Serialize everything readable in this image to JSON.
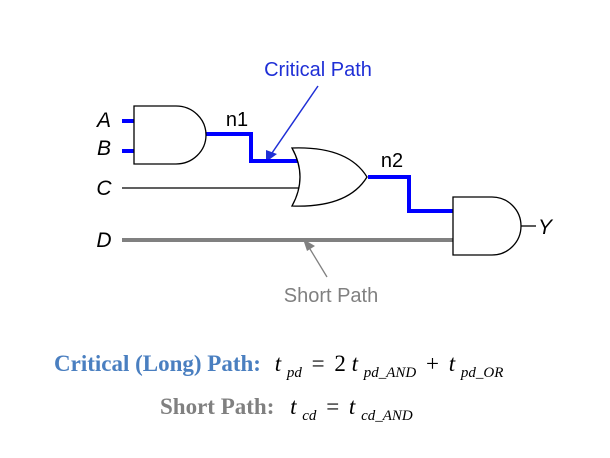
{
  "diagram": {
    "inputs": {
      "a": "A",
      "b": "B",
      "c": "C",
      "d": "D"
    },
    "output": "Y",
    "nets": {
      "n1": "n1",
      "n2": "n2"
    },
    "annotations": {
      "critical_path": "Critical Path",
      "short_path": "Short Path"
    },
    "colors": {
      "critical": "#0000ff",
      "short": "#808080",
      "wire": "#000000",
      "critical_label": "#1f2fd6",
      "equation_critical": "#4a7fc0",
      "equation_short": "#808080"
    }
  },
  "equations": {
    "critical": {
      "label": "Critical (Long) Path:",
      "lhs_var": "t",
      "lhs_sub": "pd",
      "equals": "=",
      "coef": "2",
      "term1_var": "t",
      "term1_sub": "pd_AND",
      "plus": "+",
      "term2_var": "t",
      "term2_sub": "pd_OR"
    },
    "short": {
      "label": "Short Path:",
      "lhs_var": "t",
      "lhs_sub": "cd",
      "equals": "=",
      "rhs_var": "t",
      "rhs_sub": "cd_AND"
    }
  }
}
